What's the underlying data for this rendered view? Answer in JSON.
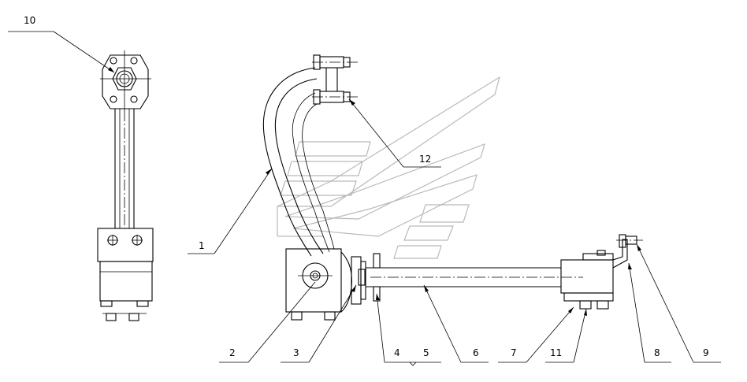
{
  "callouts": [
    {
      "id": "c1",
      "text": "1"
    },
    {
      "id": "c2",
      "text": "2"
    },
    {
      "id": "c3",
      "text": "3"
    },
    {
      "id": "c4",
      "text": "4"
    },
    {
      "id": "c5",
      "text": "5"
    },
    {
      "id": "c6",
      "text": "6"
    },
    {
      "id": "c7",
      "text": "7"
    },
    {
      "id": "c8",
      "text": "8"
    },
    {
      "id": "c9",
      "text": "9"
    },
    {
      "id": "c10",
      "text": "10"
    },
    {
      "id": "c11",
      "text": "11"
    },
    {
      "id": "c12",
      "text": "12"
    }
  ]
}
